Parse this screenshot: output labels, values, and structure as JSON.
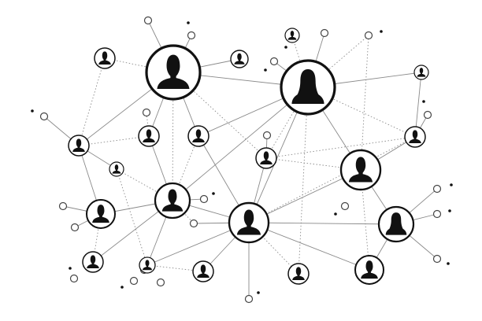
{
  "diagram": {
    "type": "social-network",
    "node_kinds": [
      "person-avatar-node",
      "hollow-connector-dot",
      "solid-connector-dot"
    ],
    "line_styles": [
      "solid",
      "dotted"
    ],
    "colors": {
      "background": "#ffffff",
      "ring": "#111111",
      "silhouette": "#111111",
      "line": "#8a8a8a",
      "hollow_dot_stroke": "#444444"
    }
  }
}
